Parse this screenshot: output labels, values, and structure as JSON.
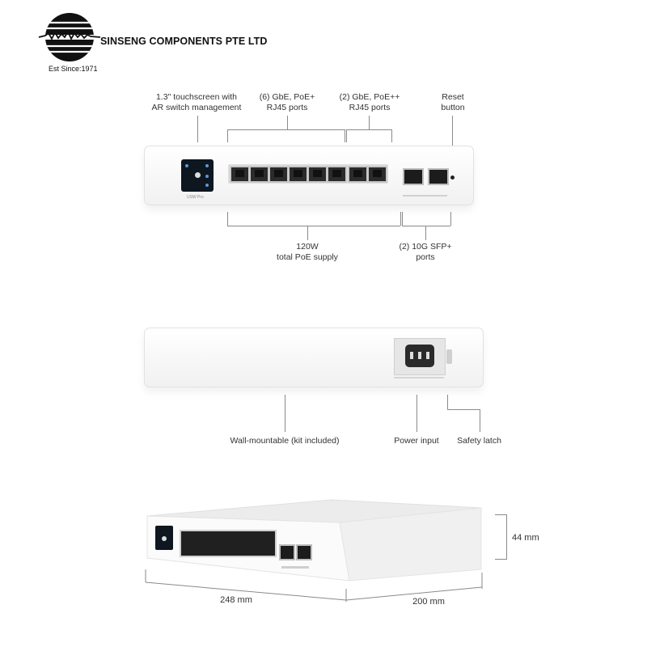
{
  "brand": {
    "name": "SINSENG COMPONENTS PTE LTD",
    "established": "Est Since:1971"
  },
  "front_view": {
    "callouts": {
      "touchscreen": "1.3\" touchscreen with\nAR switch management",
      "gbe_poe_plus": "(6) GbE, PoE+\nRJ45 ports",
      "gbe_poe_plusplus": "(2) GbE, PoE++\nRJ45 ports",
      "reset": "Reset\nbutton",
      "poe_supply": "120W\ntotal PoE supply",
      "sfp": "(2) 10G SFP+\nports"
    },
    "device_model_text": "USW Pro"
  },
  "rear_view": {
    "callouts": {
      "wall_mount": "Wall-mountable (kit included)",
      "power_input": "Power input",
      "safety_latch": "Safety latch"
    }
  },
  "dimensions_view": {
    "height": "44 mm",
    "width": "248 mm",
    "depth": "200 mm"
  },
  "colors": {
    "device_body": "#f4f4f4",
    "port_black": "#1c1c1c",
    "screen": "#0e1620",
    "line": "#8a8a8a"
  }
}
